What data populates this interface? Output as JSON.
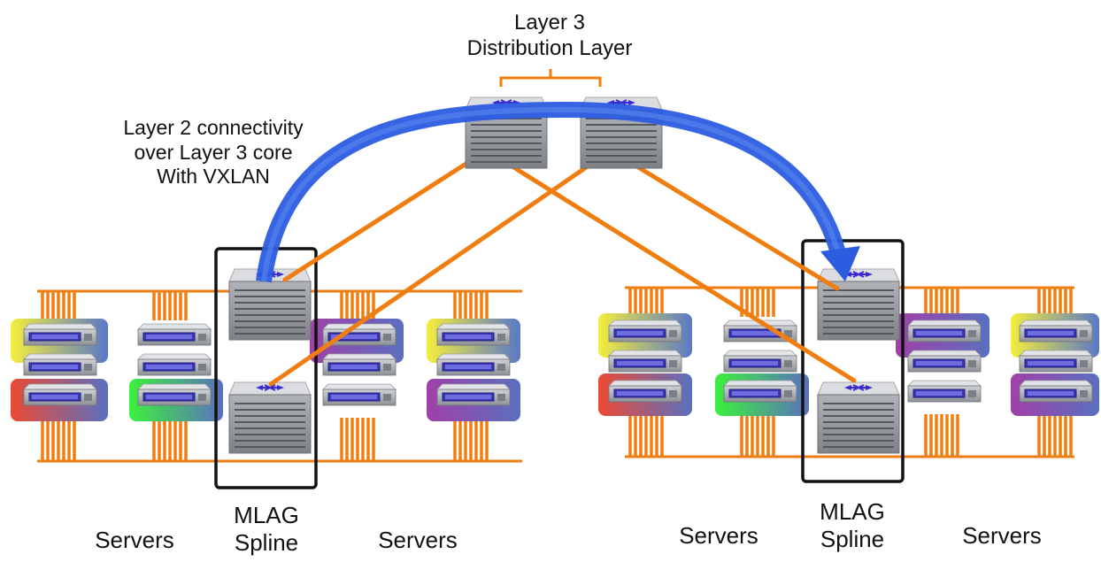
{
  "diagram": {
    "l3_label": {
      "line1": "Layer 3",
      "line2": "Distribution Layer"
    },
    "vxlan_label": {
      "line1": "Layer 2 connectivity",
      "line2": "over Layer 3 core",
      "line3": "With VXLAN"
    },
    "left_pod": {
      "servers_left_label": "Servers",
      "mlag_label": {
        "line1": "MLAG",
        "line2": "Spline"
      },
      "servers_right_label": "Servers"
    },
    "right_pod": {
      "servers_left_label": "Servers",
      "mlag_label": {
        "line1": "MLAG",
        "line2": "Spline"
      },
      "servers_right_label": "Servers"
    },
    "colors": {
      "link": "#f07d10",
      "vxlan_arrow": "#3b6fe0",
      "chassis": "#9a9ea3",
      "switch_top": "#d9dbde",
      "switch_icon": "#3a2ad0",
      "mlag_box": "#111111",
      "server_bezel": "#3a36b8",
      "group_yellow": "#f2ea4c",
      "group_red": "#e8473a",
      "group_green": "#3ee84a",
      "group_purple": "#9c4aa8",
      "group_blue": "#4a6fc0"
    }
  }
}
